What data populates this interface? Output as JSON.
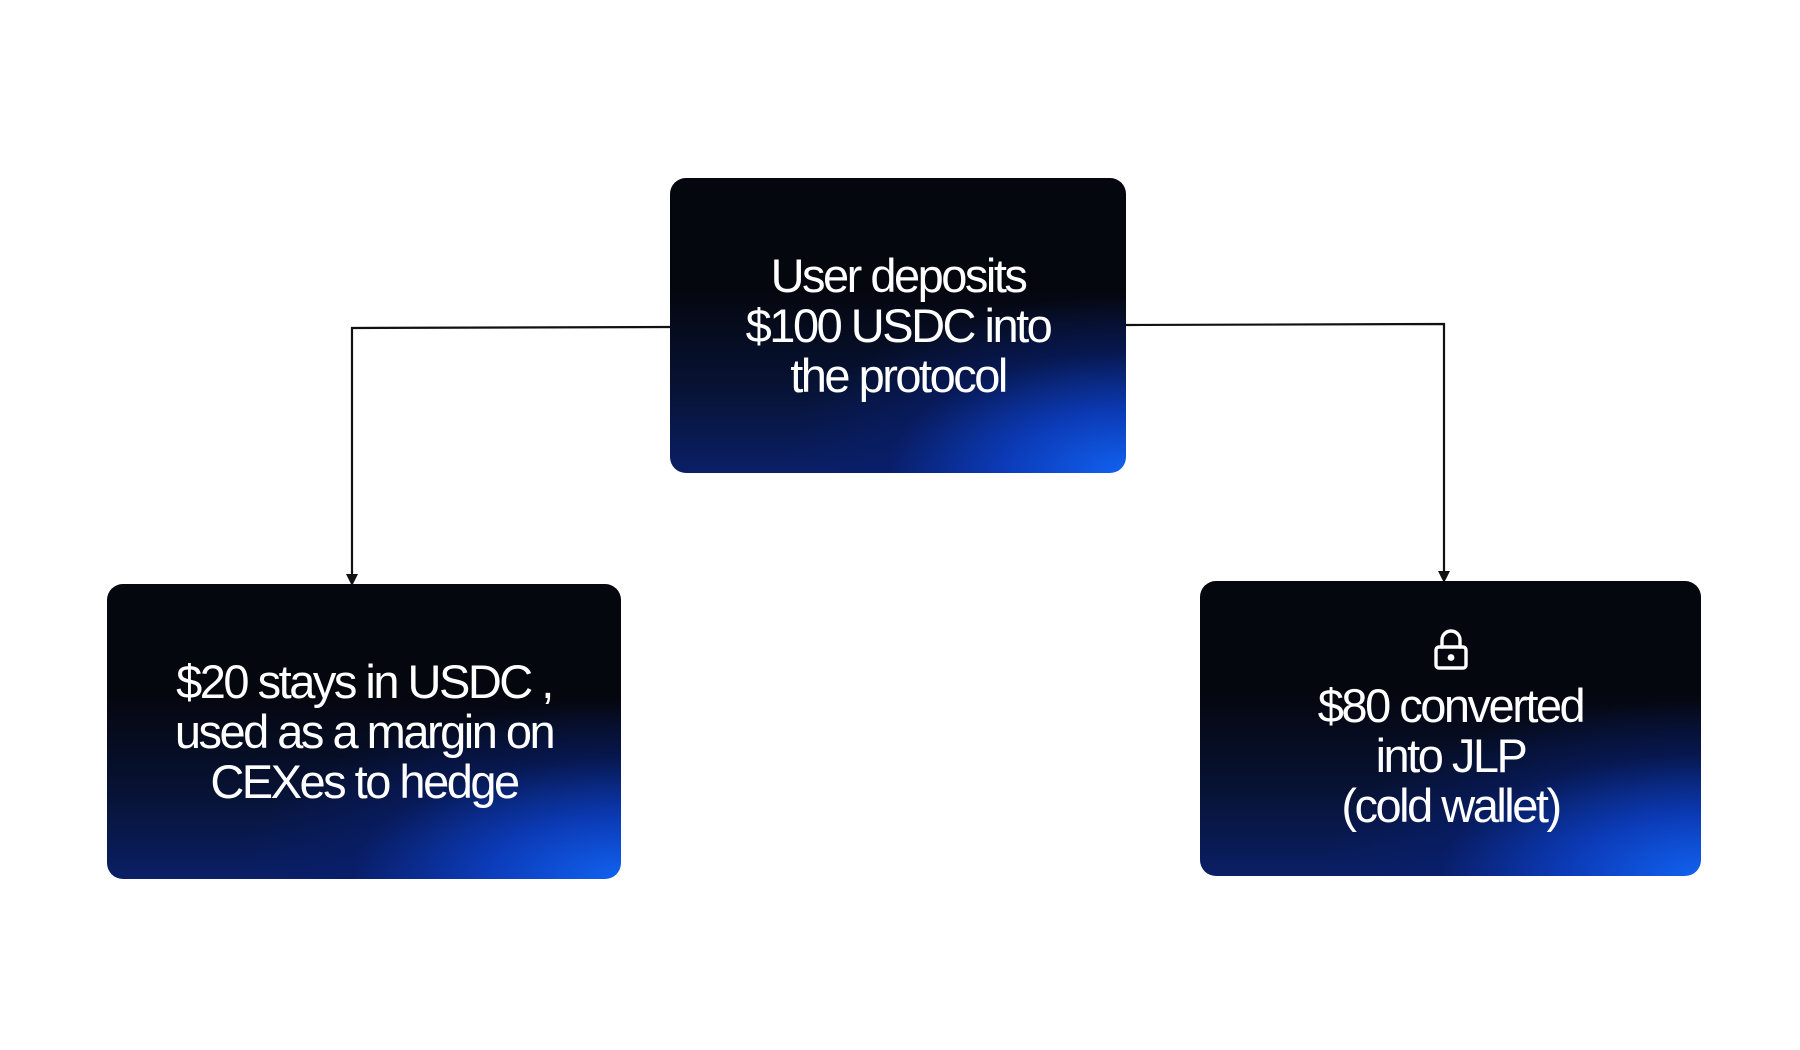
{
  "nodes": {
    "deposit": {
      "text": "User deposits\n$100 USDC into\nthe protocol"
    },
    "usdc": {
      "text": "$20 stays in USDC ,\nused as a margin on\nCEXes to hedge"
    },
    "jlp": {
      "text": "$80 converted\ninto JLP\n(cold wallet)",
      "icon": "lock-icon"
    }
  },
  "edges": [
    {
      "from": "deposit",
      "to": "usdc"
    },
    {
      "from": "deposit",
      "to": "jlp"
    }
  ],
  "colors": {
    "box_dark": "#05070f",
    "box_blue": "#1162f0",
    "connector": "#111111",
    "text": "#ffffff"
  }
}
